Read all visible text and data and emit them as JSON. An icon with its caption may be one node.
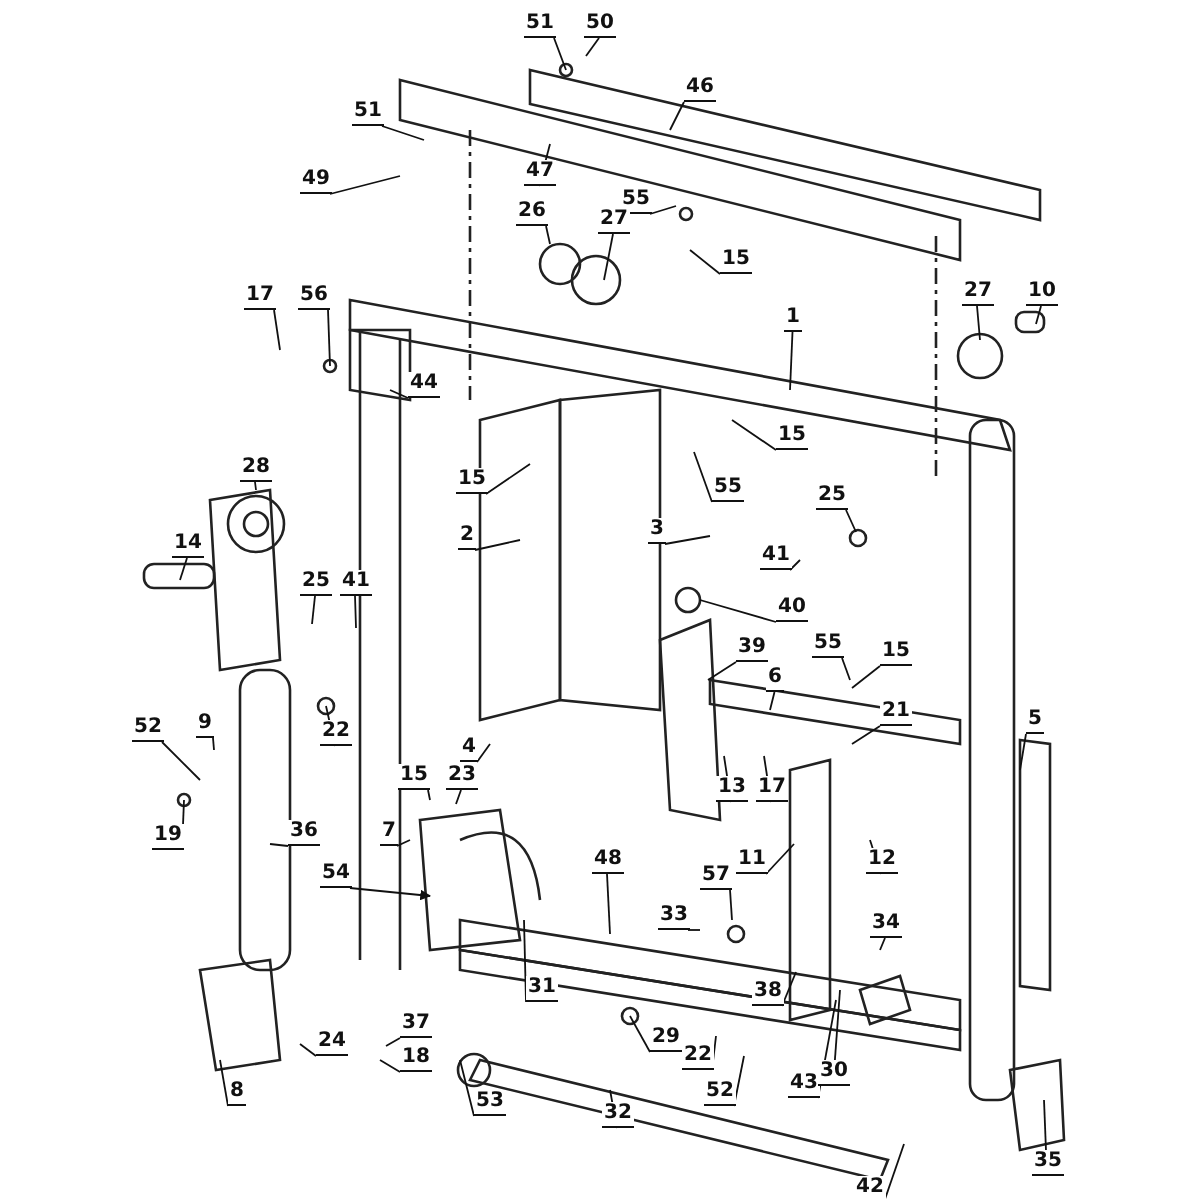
{
  "diagram": {
    "nodes": [
      {
        "text": [
          "51"
        ]
      },
      {
        "text": [
          "50"
        ]
      },
      {
        "text": [
          "46"
        ]
      },
      {
        "text": [
          "51"
        ]
      },
      {
        "text": [
          "49"
        ]
      },
      {
        "text": [
          "47"
        ]
      },
      {
        "text": [
          "55"
        ]
      },
      {
        "text": [
          "15"
        ]
      },
      {
        "text": [
          "26"
        ]
      },
      {
        "text": [
          "27"
        ]
      },
      {
        "text": [
          "17"
        ]
      },
      {
        "text": [
          "56"
        ]
      },
      {
        "text": [
          "1"
        ]
      },
      {
        "text": [
          "27"
        ]
      },
      {
        "text": [
          "10"
        ]
      },
      {
        "text": [
          "44"
        ]
      },
      {
        "text": [
          "28"
        ]
      },
      {
        "text": [
          "15"
        ]
      },
      {
        "text": [
          "55"
        ]
      },
      {
        "text": [
          "15"
        ]
      },
      {
        "text": [
          "2"
        ]
      },
      {
        "text": [
          "3"
        ]
      },
      {
        "text": [
          "25"
        ]
      },
      {
        "text": [
          "41"
        ]
      },
      {
        "text": [
          "14"
        ]
      },
      {
        "text": [
          "25"
        ]
      },
      {
        "text": [
          "41"
        ]
      },
      {
        "text": [
          "40"
        ]
      },
      {
        "text": [
          "39"
        ]
      },
      {
        "text": [
          "6"
        ]
      },
      {
        "text": [
          "55"
        ]
      },
      {
        "text": [
          "15"
        ]
      },
      {
        "text": [
          "21"
        ]
      },
      {
        "text": [
          "5"
        ]
      },
      {
        "text": [
          "52"
        ]
      },
      {
        "text": [
          "9"
        ]
      },
      {
        "text": [
          "22"
        ]
      },
      {
        "text": [
          "4"
        ]
      },
      {
        "text": [
          "19"
        ]
      },
      {
        "text": [
          "15"
        ]
      },
      {
        "text": [
          "23"
        ]
      },
      {
        "text": [
          "13"
        ]
      },
      {
        "text": [
          "17"
        ]
      },
      {
        "text": [
          "36"
        ]
      },
      {
        "text": [
          "7"
        ]
      },
      {
        "text": [
          "11"
        ]
      },
      {
        "text": [
          "12"
        ]
      },
      {
        "text": [
          "54"
        ]
      },
      {
        "text": [
          "48"
        ]
      },
      {
        "text": [
          "57"
        ]
      },
      {
        "text": [
          "33"
        ]
      },
      {
        "text": [
          "38"
        ]
      },
      {
        "text": [
          "34"
        ]
      },
      {
        "text": [
          "31"
        ]
      },
      {
        "text": [
          "29"
        ]
      },
      {
        "text": [
          "22"
        ]
      },
      {
        "text": [
          "52"
        ]
      },
      {
        "text": [
          "43"
        ]
      },
      {
        "text": [
          "30"
        ]
      },
      {
        "text": [
          "37"
        ]
      },
      {
        "text": [
          "24"
        ]
      },
      {
        "text": [
          "18"
        ]
      },
      {
        "text": [
          "8"
        ]
      },
      {
        "text": [
          "53"
        ]
      },
      {
        "text": [
          "32"
        ]
      },
      {
        "text": [
          "42"
        ]
      },
      {
        "text": [
          "35"
        ]
      }
    ],
    "edges": [
      {
        "from": 0,
        "to": null,
        "arrow": "none"
      },
      {
        "from": 1,
        "to": null,
        "arrow": "none"
      },
      {
        "from": 2,
        "to": null,
        "arrow": "none"
      },
      {
        "from": 3,
        "to": null,
        "arrow": "none"
      },
      {
        "from": 4,
        "to": null,
        "arrow": "none"
      },
      {
        "from": 5,
        "to": null,
        "arrow": "none"
      },
      {
        "from": 6,
        "to": null,
        "arrow": "none"
      },
      {
        "from": 7,
        "to": null,
        "arrow": "none"
      },
      {
        "from": 8,
        "to": null,
        "arrow": "none"
      },
      {
        "from": 9,
        "to": null,
        "arrow": "none"
      },
      {
        "from": 10,
        "to": null,
        "arrow": "none"
      },
      {
        "from": 11,
        "to": null,
        "arrow": "none"
      },
      {
        "from": 12,
        "to": null,
        "arrow": "none"
      },
      {
        "from": 13,
        "to": null,
        "arrow": "none"
      },
      {
        "from": 14,
        "to": null,
        "arrow": "none"
      },
      {
        "from": 15,
        "to": null,
        "arrow": "none"
      },
      {
        "from": 16,
        "to": null,
        "arrow": "none"
      },
      {
        "from": 17,
        "to": null,
        "arrow": "none"
      },
      {
        "from": 18,
        "to": null,
        "arrow": "none"
      },
      {
        "from": 19,
        "to": null,
        "arrow": "none"
      },
      {
        "from": 20,
        "to": null,
        "arrow": "none"
      },
      {
        "from": 21,
        "to": null,
        "arrow": "none"
      },
      {
        "from": 22,
        "to": null,
        "arrow": "none"
      },
      {
        "from": 23,
        "to": null,
        "arrow": "none"
      },
      {
        "from": 24,
        "to": null,
        "arrow": "none"
      },
      {
        "from": 25,
        "to": null,
        "arrow": "none"
      },
      {
        "from": 26,
        "to": null,
        "arrow": "none"
      },
      {
        "from": 27,
        "to": null,
        "arrow": "none"
      },
      {
        "from": 28,
        "to": null,
        "arrow": "none"
      },
      {
        "from": 29,
        "to": null,
        "arrow": "none"
      },
      {
        "from": 30,
        "to": null,
        "arrow": "none"
      },
      {
        "from": 31,
        "to": null,
        "arrow": "none"
      },
      {
        "from": 32,
        "to": null,
        "arrow": "none"
      },
      {
        "from": 33,
        "to": null,
        "arrow": "none"
      },
      {
        "from": 34,
        "to": null,
        "arrow": "none"
      },
      {
        "from": 35,
        "to": null,
        "arrow": "none"
      },
      {
        "from": 36,
        "to": null,
        "arrow": "none"
      },
      {
        "from": 37,
        "to": null,
        "arrow": "none"
      },
      {
        "from": 38,
        "to": null,
        "arrow": "none"
      },
      {
        "from": 39,
        "to": null,
        "arrow": "none"
      },
      {
        "from": 40,
        "to": null,
        "arrow": "none"
      },
      {
        "from": 41,
        "to": null,
        "arrow": "none"
      },
      {
        "from": 42,
        "to": null,
        "arrow": "none"
      },
      {
        "from": 43,
        "to": null,
        "arrow": "none"
      },
      {
        "from": 44,
        "to": null,
        "arrow": "none"
      },
      {
        "from": 45,
        "to": null,
        "arrow": "none"
      },
      {
        "from": 46,
        "to": null,
        "arrow": "none"
      },
      {
        "from": 47,
        "to": null,
        "arrow": "to"
      },
      {
        "from": 48,
        "to": null,
        "arrow": "none"
      },
      {
        "from": 49,
        "to": null,
        "arrow": "none"
      },
      {
        "from": 50,
        "to": null,
        "arrow": "none"
      },
      {
        "from": 51,
        "to": null,
        "arrow": "none"
      },
      {
        "from": 52,
        "to": null,
        "arrow": "none"
      },
      {
        "from": 53,
        "to": null,
        "arrow": "none"
      },
      {
        "from": 54,
        "to": null,
        "arrow": "none"
      },
      {
        "from": 55,
        "to": null,
        "arrow": "none"
      },
      {
        "from": 56,
        "to": null,
        "arrow": "none"
      },
      {
        "from": 57,
        "to": null,
        "arrow": "none"
      },
      {
        "from": 58,
        "to": null,
        "arrow": "none"
      },
      {
        "from": 59,
        "to": null,
        "arrow": "none"
      },
      {
        "from": 60,
        "to": null,
        "arrow": "none"
      },
      {
        "from": 61,
        "to": null,
        "arrow": "none"
      },
      {
        "from": 62,
        "to": null,
        "arrow": "none"
      },
      {
        "from": 63,
        "to": null,
        "arrow": "none"
      },
      {
        "from": 64,
        "to": null,
        "arrow": "none"
      },
      {
        "from": 65,
        "to": null,
        "arrow": "none"
      },
      {
        "from": 66,
        "to": null,
        "arrow": "none"
      }
    ]
  }
}
